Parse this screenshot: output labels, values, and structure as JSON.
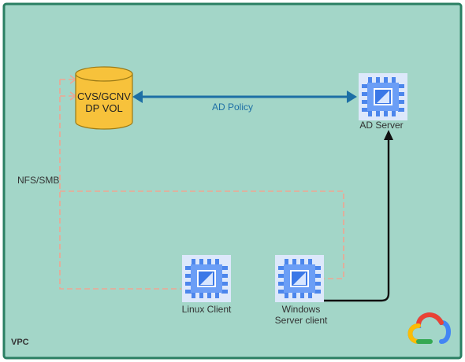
{
  "vpc": {
    "label": "VPC",
    "background": "#a3d6c8",
    "border": "#2a7f62"
  },
  "storage": {
    "line1": "CVS/GCNV",
    "line2": "DP VOL",
    "fill": "#f7c23b",
    "stroke": "#9a7a17"
  },
  "ad_server": {
    "label": "AD Server",
    "icon": "compute-chip-icon"
  },
  "linux_client": {
    "label": "Linux Client",
    "icon": "compute-chip-icon"
  },
  "windows_client": {
    "line1": "Windows",
    "line2": "Server client",
    "icon": "compute-chip-icon"
  },
  "connections": {
    "ad_policy": {
      "label": "AD Policy",
      "color": "#1d6fa5"
    },
    "nfs_smb": {
      "label": "NFS/SMB",
      "color": "#f0a592"
    },
    "windows_to_ad": {
      "color": "#111111"
    }
  },
  "colors": {
    "chip_outer": "#679af5",
    "chip_inner": "#3b78e7",
    "chip_glyph": "#d8e6ff"
  },
  "logo": {
    "name": "google-cloud-logo-icon"
  }
}
